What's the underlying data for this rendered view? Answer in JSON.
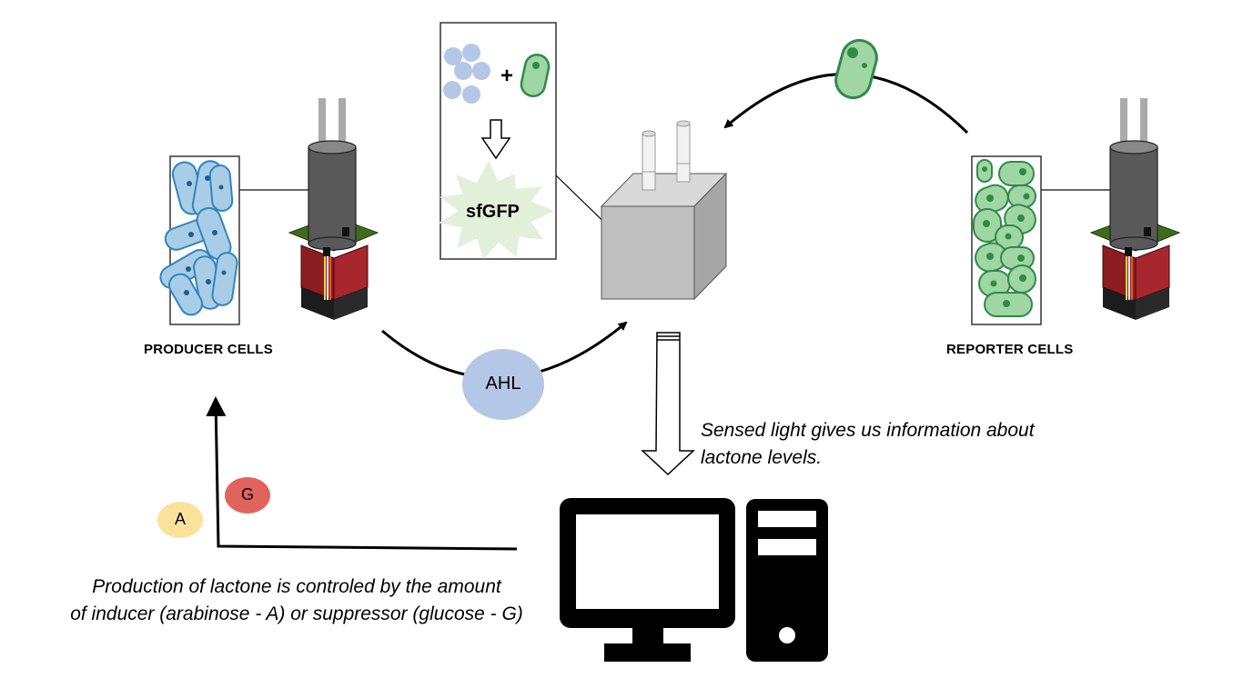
{
  "labels": {
    "producer": "PRODUCER CELLS",
    "reporter": "REPORTER CELLS",
    "ahl": "AHL",
    "sfgfp": "sfGFP",
    "plus": "+",
    "inducer_short": "A",
    "suppressor_short": "G"
  },
  "captions": {
    "sensed_line1": "Sensed light gives us information about",
    "sensed_line2": "lactone levels.",
    "production_line1": "Production of lactone is controled by the amount",
    "production_line2": "of inducer (arabinose - A) or suppressor (glucose - G)"
  },
  "colors": {
    "producer_cell_fill": "#a9cde6",
    "producer_cell_stroke": "#2e86c1",
    "reporter_cell_fill": "#9fd6a4",
    "reporter_cell_stroke": "#2e8b47",
    "ahl_bubble": "#b4c7e7",
    "a_bubble": "#fbe29a",
    "g_bubble": "#e0645c",
    "sfgfp_burst": "#e2f0d9",
    "blue_dots": "#b4c7e7"
  },
  "icons": [
    "syringe-pump-icon",
    "cube-reactor-icon",
    "computer-monitor-icon",
    "computer-tower-icon",
    "bacterium-icon"
  ]
}
